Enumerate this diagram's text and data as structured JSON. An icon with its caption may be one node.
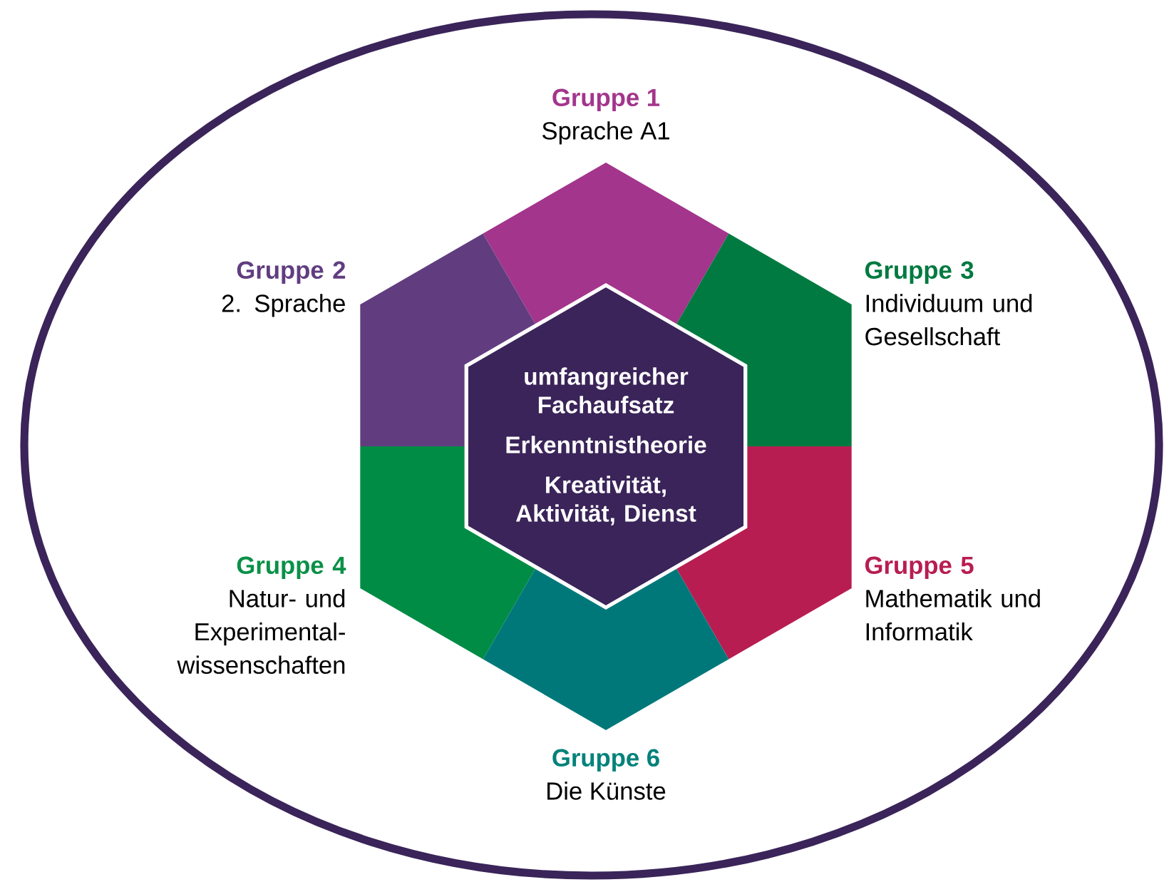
{
  "diagram": {
    "nodes": [
      {
        "text": [
          "Gruppe 1",
          "Sprache A1"
        ]
      },
      {
        "text": [
          "Gruppe 2",
          "2. Sprache"
        ]
      },
      {
        "text": [
          "Gruppe 3",
          "Individuum und Gesellschaft"
        ]
      },
      {
        "text": [
          "Gruppe 4",
          "Natur- und Experimental-wissenschaften"
        ]
      },
      {
        "text": [
          "Gruppe 5",
          "Mathematik und Informatik"
        ]
      },
      {
        "text": [
          "Gruppe 6",
          "Die Künste"
        ]
      },
      {
        "text": [
          "umfangreicher Fachaufsatz",
          "Erkenntnistheorie",
          "Kreativität, Aktivität, Dienst"
        ]
      }
    ]
  }
}
